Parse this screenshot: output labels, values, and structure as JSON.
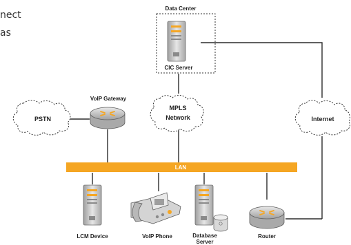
{
  "intro": {
    "line1": "nect",
    "line2": "as"
  },
  "datacenter": {
    "title": "Data Center",
    "server_label": "CIC Server"
  },
  "clouds": {
    "pstn": "PSTN",
    "mpls_line1": "MPLS",
    "mpls_line2": "Network",
    "internet": "Internet"
  },
  "gateway": {
    "label": "VoIP Gateway"
  },
  "lan": {
    "label": "LAN"
  },
  "devices": {
    "lcm": "LCM Device",
    "phone": "VoIP Phone",
    "db_line1": "Database",
    "db_line2": "Server",
    "router": "Router"
  },
  "colors": {
    "lan_bar": "#f5a623",
    "device_gray": "#c8c8c8",
    "accent": "#f5a623"
  }
}
